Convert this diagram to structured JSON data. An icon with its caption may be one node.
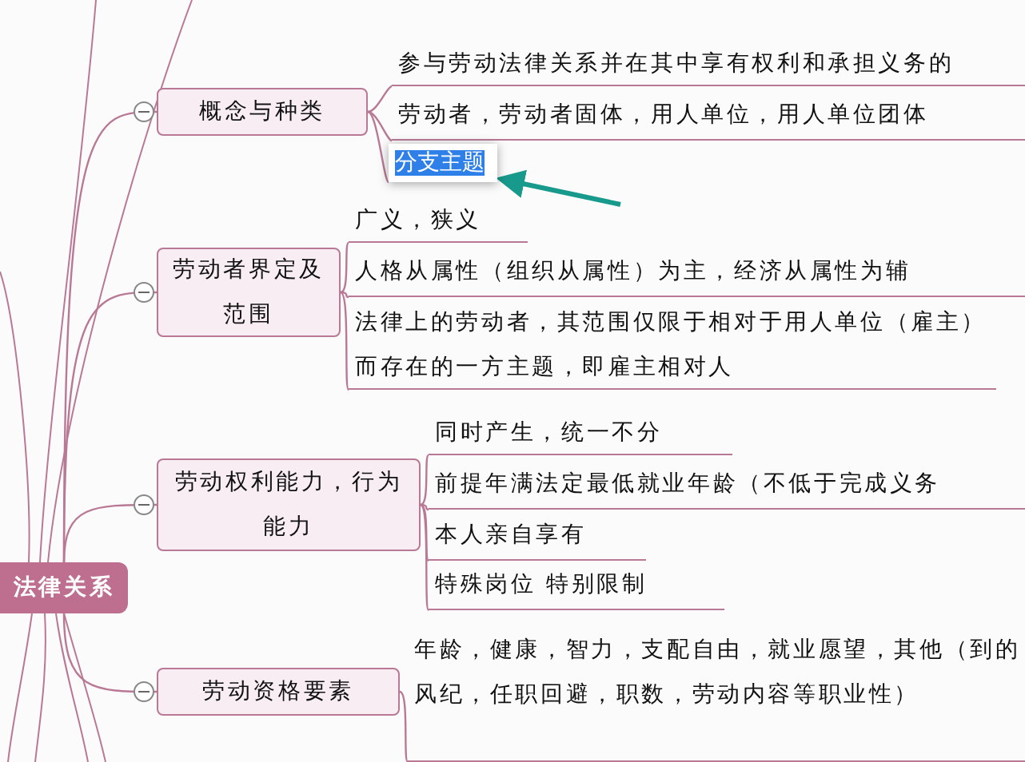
{
  "diagram": {
    "nodes": [
      {
        "text": [
          "法律关系"
        ]
      },
      {
        "text": [
          "概念与种类"
        ]
      },
      {
        "text": [
          "参与劳动法律关系并在其中享有权利和承担义务的"
        ]
      },
      {
        "text": [
          "劳动者，劳动者固体，用人单位，用人单位团体"
        ]
      },
      {
        "text": [
          "分支主题"
        ]
      },
      {
        "text": [
          "劳动者界定及范围"
        ]
      },
      {
        "text": [
          "广义，狭义"
        ]
      },
      {
        "text": [
          "人格从属性（组织从属性）为主，经济从属性为辅"
        ]
      },
      {
        "text": [
          "法律上的劳动者，其范围仅限于相对于用人单位（雇主）而存在的一方主题，即雇主相对人"
        ]
      },
      {
        "text": [
          "劳动权利能力，行为能力"
        ]
      },
      {
        "text": [
          "同时产生，统一不分"
        ]
      },
      {
        "text": [
          "前提年满法定最低就业年龄（不低于完成义务"
        ]
      },
      {
        "text": [
          "本人亲自享有"
        ]
      },
      {
        "text": [
          "特殊岗位 特别限制"
        ]
      },
      {
        "text": [
          "劳动资格要素"
        ]
      },
      {
        "text": [
          "年龄，健康，智力，支配自由，就业愿望，其他（到的风纪，任职回避，职数，劳动内容等职业性）"
        ]
      }
    ],
    "edges": [
      {
        "from": 0,
        "to": 1,
        "arrow": "none"
      },
      {
        "from": 1,
        "to": 2,
        "arrow": "none"
      },
      {
        "from": 1,
        "to": 3,
        "arrow": "none"
      },
      {
        "from": 1,
        "to": 4,
        "arrow": "none"
      },
      {
        "from": 0,
        "to": 5,
        "arrow": "none"
      },
      {
        "from": 5,
        "to": 6,
        "arrow": "none"
      },
      {
        "from": 5,
        "to": 7,
        "arrow": "none"
      },
      {
        "from": 5,
        "to": 8,
        "arrow": "none"
      },
      {
        "from": 0,
        "to": 9,
        "arrow": "none"
      },
      {
        "from": 9,
        "to": 10,
        "arrow": "none"
      },
      {
        "from": 9,
        "to": 11,
        "arrow": "none"
      },
      {
        "from": 9,
        "to": 12,
        "arrow": "none"
      },
      {
        "from": 9,
        "to": 13,
        "arrow": "none"
      },
      {
        "from": 0,
        "to": 14,
        "arrow": "none"
      },
      {
        "from": 14,
        "to": 15,
        "arrow": "none"
      },
      {
        "from": null,
        "to": 4,
        "arrow": "to",
        "style": "thick",
        "color": "#17998c"
      }
    ]
  }
}
